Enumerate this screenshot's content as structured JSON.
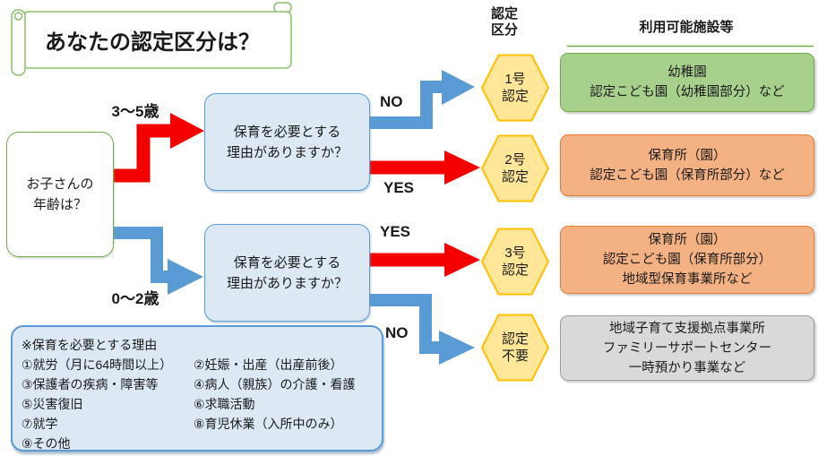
{
  "title": "あなたの認定区分は？",
  "headers": {
    "certification_line1": "認定",
    "certification_line2": "区分",
    "facilities": "利用可能施設等"
  },
  "age_question": {
    "line1": "お子さんの",
    "line2": "年齢は？"
  },
  "branches": {
    "age_3_5": "3～5歳",
    "age_0_2": "0～2歳",
    "no_1": "NO",
    "yes_1": "YES",
    "yes_2": "YES",
    "no_2": "NO"
  },
  "decisions": [
    {
      "line1": "保育を必要とする",
      "line2": "理由がありますか？"
    },
    {
      "line1": "保育を必要とする",
      "line2": "理由がありますか？"
    }
  ],
  "certifications": [
    {
      "line1": "1号",
      "line2": "認定"
    },
    {
      "line1": "2号",
      "line2": "認定"
    },
    {
      "line1": "3号",
      "line2": "認定"
    },
    {
      "line1": "認定",
      "line2": "不要"
    }
  ],
  "facilities": [
    {
      "style": "green",
      "lines": [
        "幼稚園",
        "認定こども園（幼稚園部分）など"
      ]
    },
    {
      "style": "orange",
      "lines": [
        "保育所（園）",
        "認定こども園（保育所部分）など"
      ]
    },
    {
      "style": "orange",
      "lines": [
        "保育所（園）",
        "認定こども園（保育所部分）",
        "地域型保育事業所など"
      ]
    },
    {
      "style": "gray",
      "lines": [
        "地域子育て支援拠点事業所",
        "ファミリーサポートセンター",
        "一時預かり事業など"
      ]
    }
  ],
  "reasons": {
    "title": "※保育を必要とする理由",
    "left": [
      "①就労（月に64時間以上）",
      "③保護者の疾病・障害等",
      "⑤災害復旧",
      "⑦就学",
      "⑨その他"
    ],
    "right": [
      "②妊娠・出産（出産前後）",
      "④病人（親族）の介護・看護",
      "⑥求職活動",
      "⑧育児休業（入所中のみ）"
    ]
  },
  "colors": {
    "red_arrow": "#F40000",
    "blue_arrow": "#5B9BD5",
    "hexagon_fill": "#FFE699",
    "hexagon_border": "#FFC000",
    "green_box_fill": "#A8D08D",
    "green_box_border": "#70AD47",
    "orange_box_fill": "#F4B183",
    "orange_box_border": "#ED7D31",
    "gray_box_fill": "#D9D9D9",
    "blue_box_fill": "#DCE9F5",
    "blue_box_border": "#5B9BD5"
  }
}
